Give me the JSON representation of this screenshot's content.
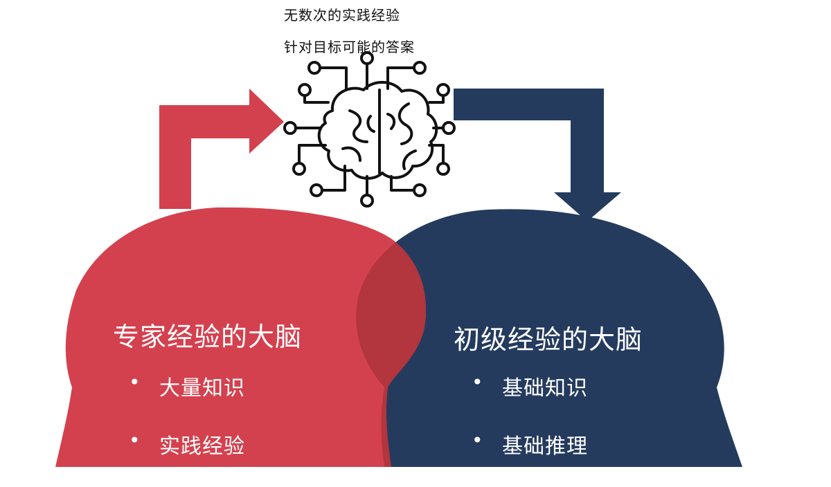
{
  "brain": {
    "caption_line1": "无数次的实践经验",
    "caption_line2": "针对目标可能的答案",
    "icon": "brain-circuit-icon"
  },
  "expert_head": {
    "title": "专家经验的大脑",
    "bullets": [
      "大量知识",
      "实践经验"
    ],
    "color": "#D4414E"
  },
  "junior_head": {
    "title": "初级经验的大脑",
    "bullets": [
      "基础知识",
      "基础推理"
    ],
    "color": "#243B5E"
  },
  "overlap_color": "#B3353E",
  "bullet_glyph": "•"
}
